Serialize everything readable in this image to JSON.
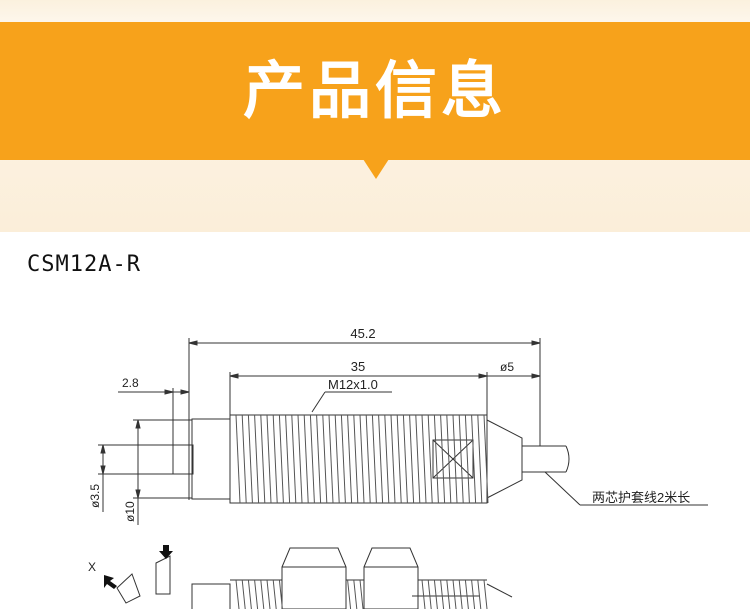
{
  "banner": {
    "title": "产品信息"
  },
  "model": "CSM12A-R",
  "dimensions": {
    "overall_length": "45.2",
    "thread_length": "35",
    "cable_diameter": "ø5",
    "tip_length": "2.8",
    "thread_spec": "M12x1.0",
    "tip_diameter": "ø3.5",
    "body_diameter": "ø10"
  },
  "cable_note": "两芯护套线2米长",
  "direction_label": "X"
}
